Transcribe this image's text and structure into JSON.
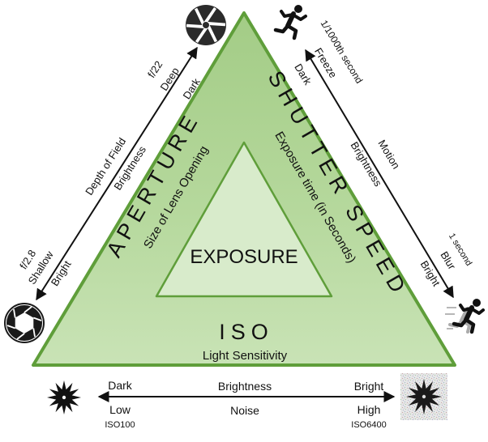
{
  "center": {
    "label": "EXPOSURE"
  },
  "aperture": {
    "title": "APERTURE",
    "subtitle": "Size of Lens Opening"
  },
  "shutter": {
    "title": "SHUTTER SPEED",
    "subtitle": "Exposure time (in Seconds)"
  },
  "iso": {
    "title": "ISO",
    "subtitle": "Light Sensitivity"
  },
  "left_axis": {
    "top_value": "f/22",
    "top_depth": "Deep",
    "top_light": "Dark",
    "middle_upper": "Depth of Field",
    "middle_lower": "Brightness",
    "bottom_value": "f/2.8",
    "bottom_depth": "Shallow",
    "bottom_light": "Bright"
  },
  "right_axis": {
    "top_value": "1/1000th second",
    "top_motion": "Freeze",
    "top_light": "Dark",
    "middle_upper": "Motion",
    "middle_lower": "Brightness",
    "bottom_value": "1 second",
    "bottom_motion": "Blur",
    "bottom_light": "Bright"
  },
  "bottom_axis": {
    "left_light": "Dark",
    "middle_upper": "Brightness",
    "right_light": "Bright",
    "left_noise": "Low",
    "middle_lower": "Noise",
    "right_noise": "High",
    "left_iso": "ISO100",
    "right_iso": "ISO6400"
  },
  "icons": [
    "aperture-closed-icon",
    "aperture-open-icon",
    "runner-still-icon",
    "runner-blur-icon",
    "sparkle-clean-icon",
    "sparkle-noisy-icon"
  ],
  "colors": {
    "outer_fill": "#a9d08e",
    "inner_fill": "#d8ebcb",
    "stroke": "#5f9e3a",
    "text": "#111111"
  }
}
